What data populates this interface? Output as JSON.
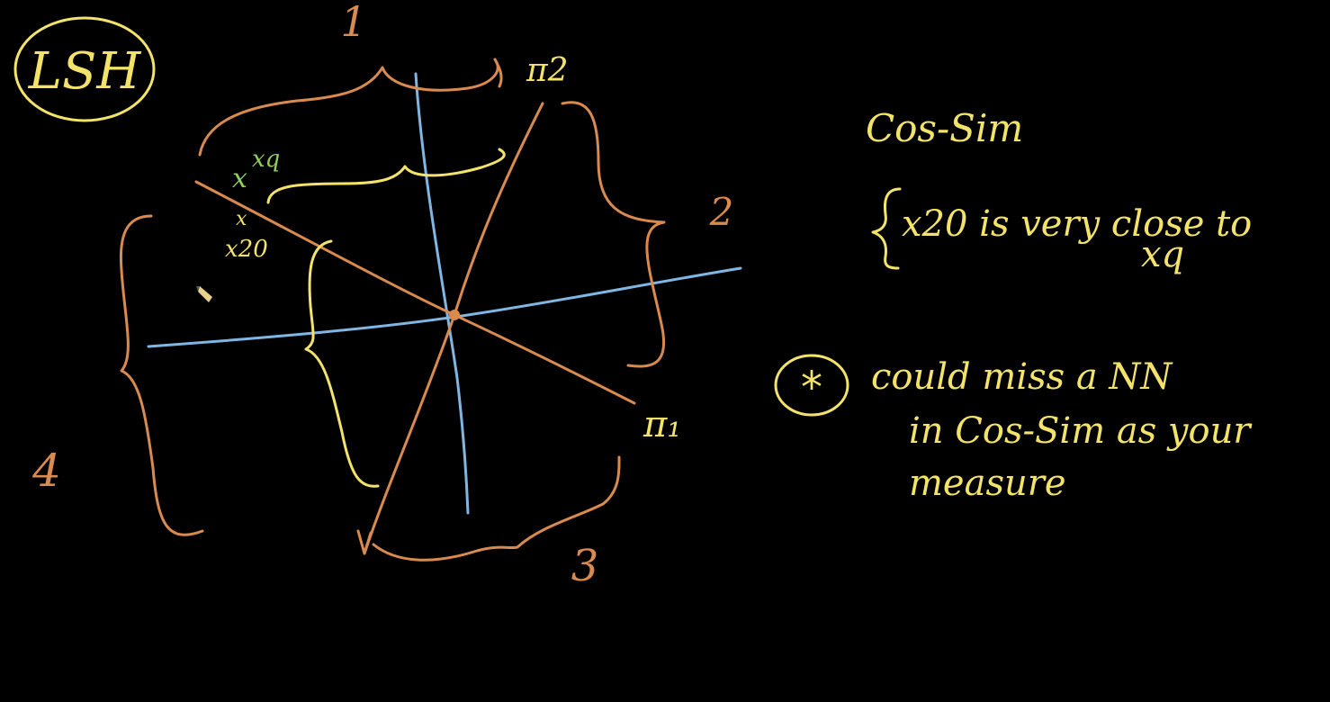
{
  "board": {
    "title": "LSH",
    "axis_labels": {
      "pi1": "π₁",
      "pi2": "π2"
    },
    "region_numbers": [
      "1",
      "2",
      "3",
      "4"
    ],
    "points": {
      "query": "x",
      "query_label": "xq",
      "neighbor": "x",
      "neighbor_label": "x20"
    },
    "notes": {
      "heading": "Cos-Sim",
      "line1": "x20 is very close to",
      "line2": "xq",
      "star": "*",
      "bullet1": "could miss a NN",
      "bullet2": "in Cos-Sim as your",
      "bullet3": "measure"
    },
    "colors": {
      "chalk_yellow": "#f3e36a",
      "chalk_orange": "#d98a4e",
      "chalk_blue": "#7fb6e3",
      "chalk_green": "#8fcf5a",
      "background": "#000000"
    }
  }
}
